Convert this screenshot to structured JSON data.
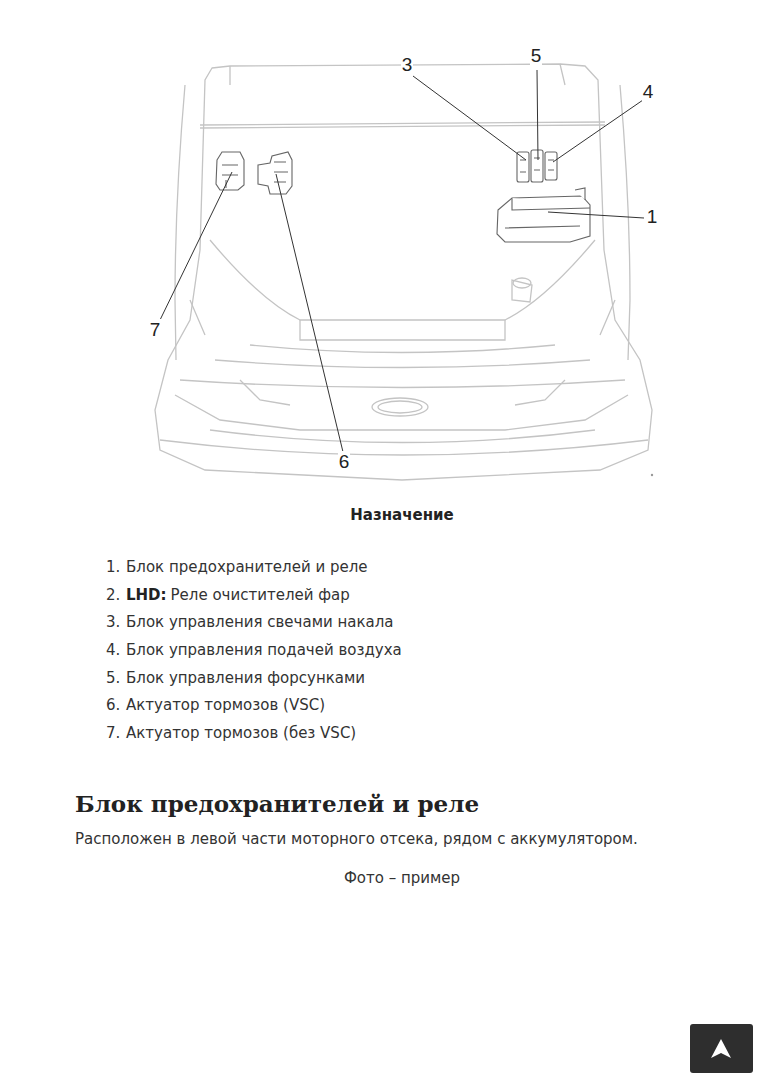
{
  "diagram": {
    "labels": [
      "3",
      "5",
      "4",
      "1",
      "7",
      "6",
      "Назначение",
      "1.",
      "Блок предохранителей и реле",
      "2.",
      "LHD:",
      "Реле очистителей фар",
      "3.",
      "Блок управления свечами накала",
      "4.",
      "Блок управления подачей воздуха",
      "5.",
      "Блок управления форсунками",
      "6.",
      "Актуатор тормозов (VSC)",
      "7.",
      "Актуатор тормозов (без VSC)",
      "Блок предохранителей и реле",
      "Расположен в левой части моторного отсека, рядом с аккумулятором.",
      "Фото – пример"
    ]
  }
}
